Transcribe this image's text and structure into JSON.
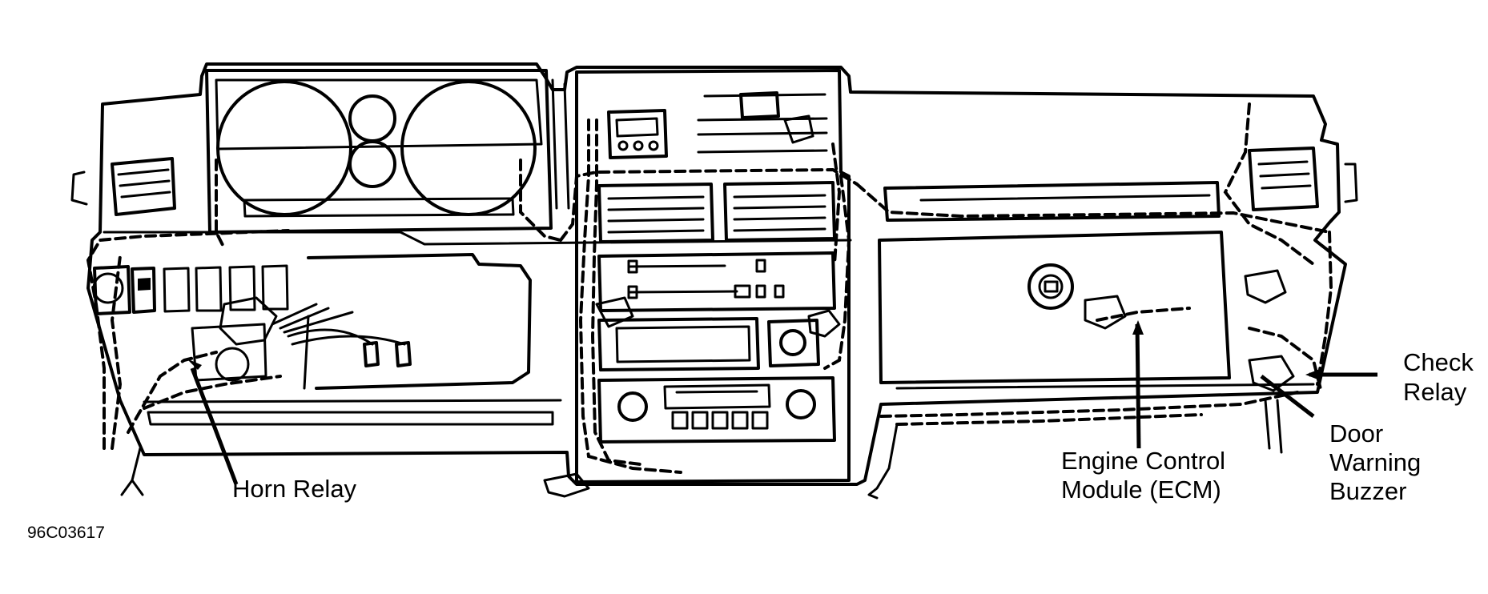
{
  "labels": {
    "horn_relay": "Horn Relay",
    "engine_control_module_line1": "Engine Control",
    "engine_control_module_line2": "Module (ECM)",
    "check_relay_line1": "Check",
    "check_relay_line2": "Relay",
    "door_warning_buzzer_line1": "Door",
    "door_warning_buzzer_line2": "Warning",
    "door_warning_buzzer_line3": "Buzzer"
  },
  "figure_code": "96C03617",
  "colors": {
    "ink": "#000000",
    "paper": "#ffffff"
  }
}
